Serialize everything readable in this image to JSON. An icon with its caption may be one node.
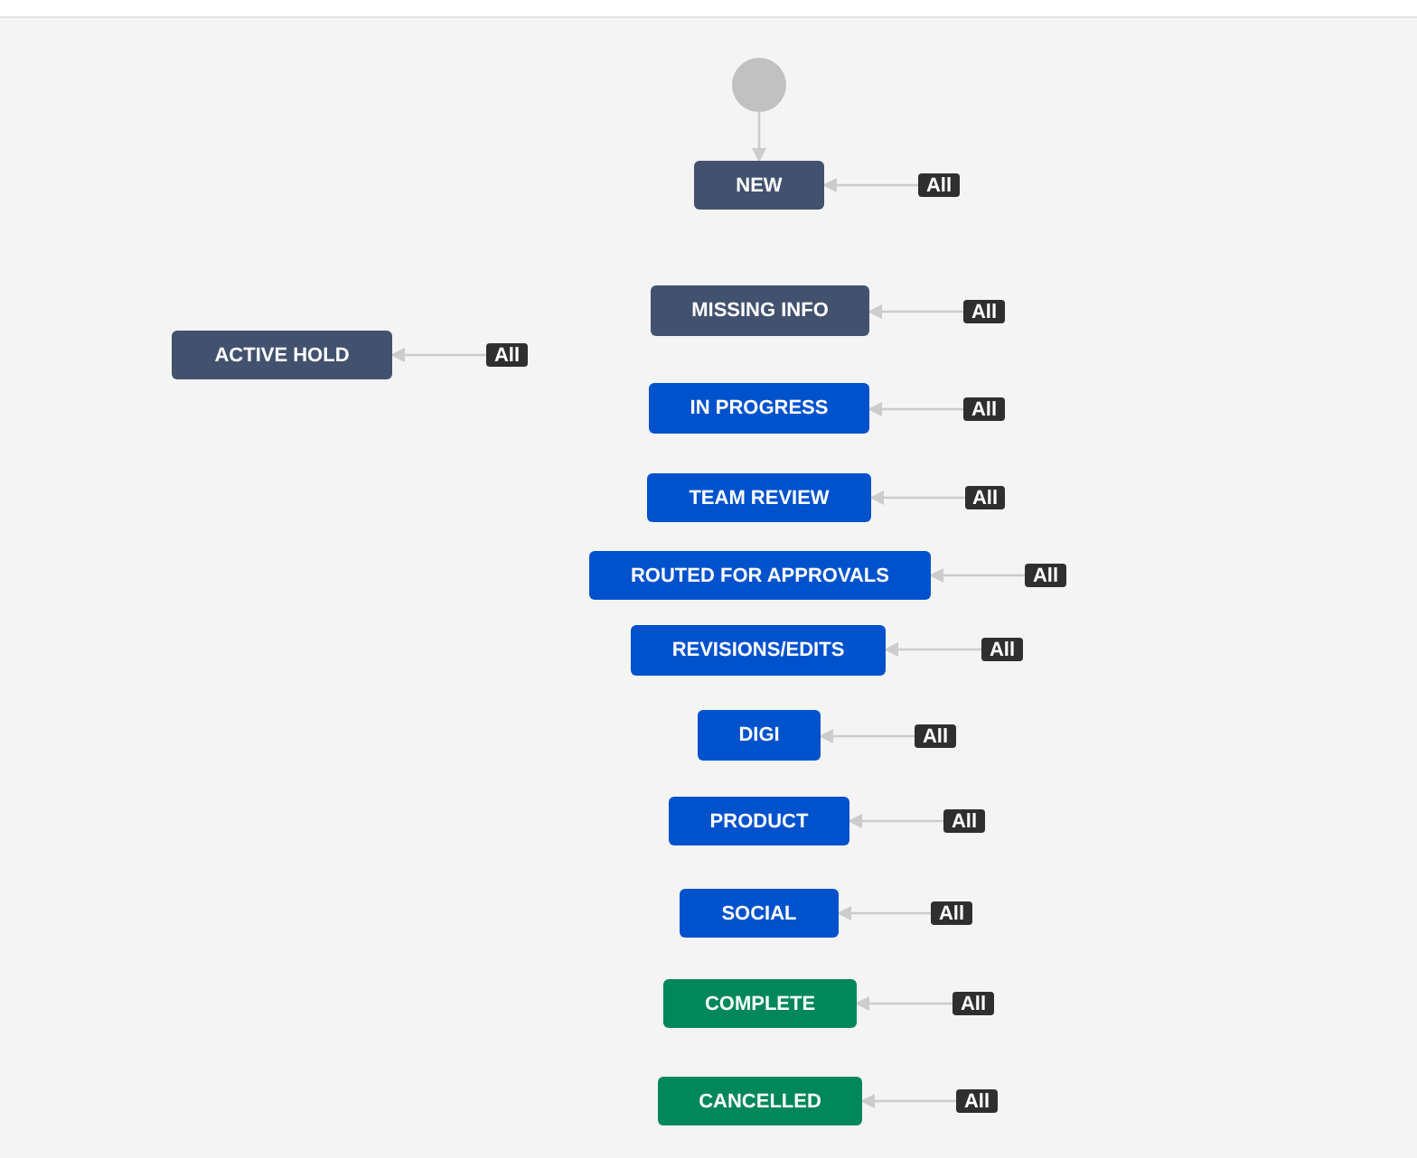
{
  "diagram": {
    "nodes": [
      {
        "text": [],
        "shape": "circle"
      },
      {
        "text": [
          "NEW"
        ]
      },
      {
        "text": [
          "All"
        ]
      },
      {
        "text": [
          "MISSING INFO"
        ]
      },
      {
        "text": [
          "All"
        ]
      },
      {
        "text": [
          "ACTIVE HOLD"
        ]
      },
      {
        "text": [
          "All"
        ]
      },
      {
        "text": [
          "IN PROGRESS"
        ]
      },
      {
        "text": [
          "All"
        ]
      },
      {
        "text": [
          "TEAM REVIEW"
        ]
      },
      {
        "text": [
          "All"
        ]
      },
      {
        "text": [
          "ROUTED FOR APPROVALS"
        ]
      },
      {
        "text": [
          "All"
        ]
      },
      {
        "text": [
          "REVISIONS/EDITS"
        ]
      },
      {
        "text": [
          "All"
        ]
      },
      {
        "text": [
          "DIGI"
        ]
      },
      {
        "text": [
          "All"
        ]
      },
      {
        "text": [
          "PRODUCT"
        ]
      },
      {
        "text": [
          "All"
        ]
      },
      {
        "text": [
          "SOCIAL"
        ]
      },
      {
        "text": [
          "All"
        ]
      },
      {
        "text": [
          "COMPLETE"
        ]
      },
      {
        "text": [
          "All"
        ]
      },
      {
        "text": [
          "CANCELLED"
        ]
      },
      {
        "text": [
          "All"
        ]
      }
    ],
    "edges": [
      {
        "from": 0,
        "to": 1,
        "arrow": "to"
      },
      {
        "from": 2,
        "to": 1,
        "arrow": "to"
      },
      {
        "from": 4,
        "to": 3,
        "arrow": "to"
      },
      {
        "from": 6,
        "to": 5,
        "arrow": "to"
      },
      {
        "from": 8,
        "to": 7,
        "arrow": "to"
      },
      {
        "from": 10,
        "to": 9,
        "arrow": "to"
      },
      {
        "from": 12,
        "to": 11,
        "arrow": "to"
      },
      {
        "from": 14,
        "to": 13,
        "arrow": "to"
      },
      {
        "from": 16,
        "to": 15,
        "arrow": "to"
      },
      {
        "from": 18,
        "to": 17,
        "arrow": "to"
      },
      {
        "from": 20,
        "to": 19,
        "arrow": "to"
      },
      {
        "from": 22,
        "to": 21,
        "arrow": "to"
      },
      {
        "from": 24,
        "to": 23,
        "arrow": "to"
      }
    ]
  }
}
